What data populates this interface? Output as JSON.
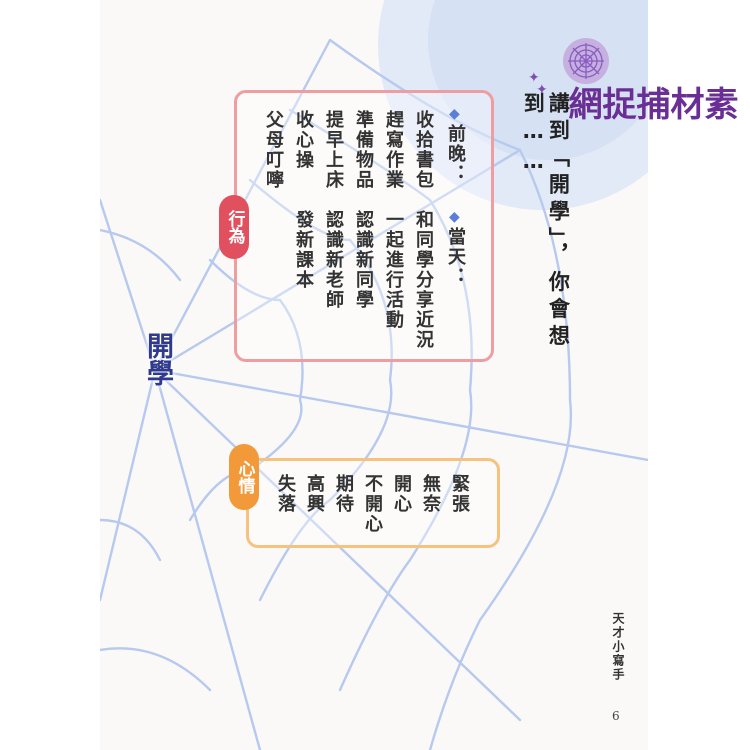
{
  "title": "素材捕捉網",
  "prompt": "講到「開學」，你會想到……",
  "center_topic": "開學",
  "behavior": {
    "tag": "行為",
    "before_label": "前晚：",
    "before_items": [
      "收拾書包",
      "趕寫作業",
      "準備物品",
      "提早上床",
      "收心操",
      "父母叮嚀"
    ],
    "day_label": "當天：",
    "day_items": [
      "和同學分享近況",
      "一起進行活動",
      "認識新同學",
      "認識新老師",
      "發新課本"
    ]
  },
  "mood": {
    "tag": "心情",
    "items": [
      "緊張",
      "無奈",
      "開心",
      "不開心",
      "期待",
      "高興",
      "失落"
    ]
  },
  "series_title": "天才小寫手",
  "page_number": "6",
  "colors": {
    "title": "#6a2f95",
    "behavior_border": "#ee9ea0",
    "behavior_tag": "#e1505e",
    "mood_border": "#f6c27e",
    "mood_tag": "#f29a3a",
    "web_line": "#b7c9ee",
    "center_topic": "#2f3a8e"
  },
  "icons": {
    "title_badge": "spider-web-icon",
    "bullet": "diamond-icon",
    "decoration": "star-icon"
  }
}
